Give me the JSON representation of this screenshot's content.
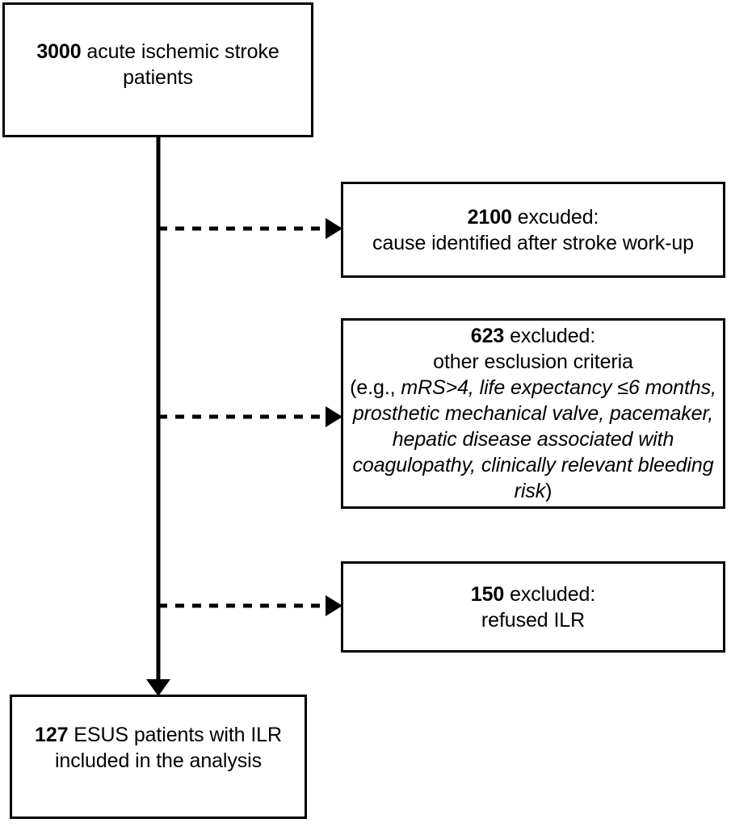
{
  "diagram": {
    "type": "participant-flow-diagram",
    "title": "",
    "line_color": "#000000",
    "background_color": "#ffffff",
    "nodes": [
      {
        "id": "enrollment",
        "name": "enrollment-box",
        "count": "3000",
        "text_after_count": " acute ischemic stroke patients",
        "plain_text": "3000 acute ischemic stroke patients"
      },
      {
        "id": "excluded-cause",
        "name": "excluded-cause-box",
        "count": "2100",
        "text_after_count": " excuded:",
        "line2": "cause identified after stroke work-up",
        "plain_text": "2100 excuded: cause identified after stroke work-up"
      },
      {
        "id": "excluded-other",
        "name": "excluded-other-criteria-box",
        "count": "623",
        "text_after_count": " excluded:",
        "line2": "other esclusion criteria",
        "line3_prefix": "(e.g., ",
        "line3_italic": "mRS>4, life expectancy ≤6 months, prosthetic mechanical valve, pacemaker, hepatic disease associated with coagulopathy, clinically relevant bleeding risk",
        "line3_suffix": ")",
        "plain_text": "623 excluded: other esclusion criteria (e.g., mRS>4, life expectancy ≤6 months, prosthetic mechanical valve, pacemaker, hepatic disease associated with coagulopathy, clinically relevant bleeding risk)"
      },
      {
        "id": "excluded-refused",
        "name": "excluded-refused-ilr-box",
        "count": "150",
        "text_after_count": "  excluded:",
        "line2": "refused ILR",
        "plain_text": "150  excluded: refused ILR"
      },
      {
        "id": "included",
        "name": "included-analysis-box",
        "count": "127",
        "text_after_count": " ESUS patients with ILR included in the analysis",
        "plain_text": "127 ESUS patients with ILR included in the analysis"
      }
    ],
    "connectors": [
      {
        "id": "trunk",
        "name": "main-vertical-connector",
        "style": "solid",
        "arrowhead": "down"
      },
      {
        "id": "branch-1",
        "name": "exclusion-branch-arrow-1",
        "style": "dashed",
        "arrowhead": "right"
      },
      {
        "id": "branch-2",
        "name": "exclusion-branch-arrow-2",
        "style": "dashed",
        "arrowhead": "right"
      },
      {
        "id": "branch-3",
        "name": "exclusion-branch-arrow-3",
        "style": "dashed",
        "arrowhead": "right"
      }
    ]
  }
}
